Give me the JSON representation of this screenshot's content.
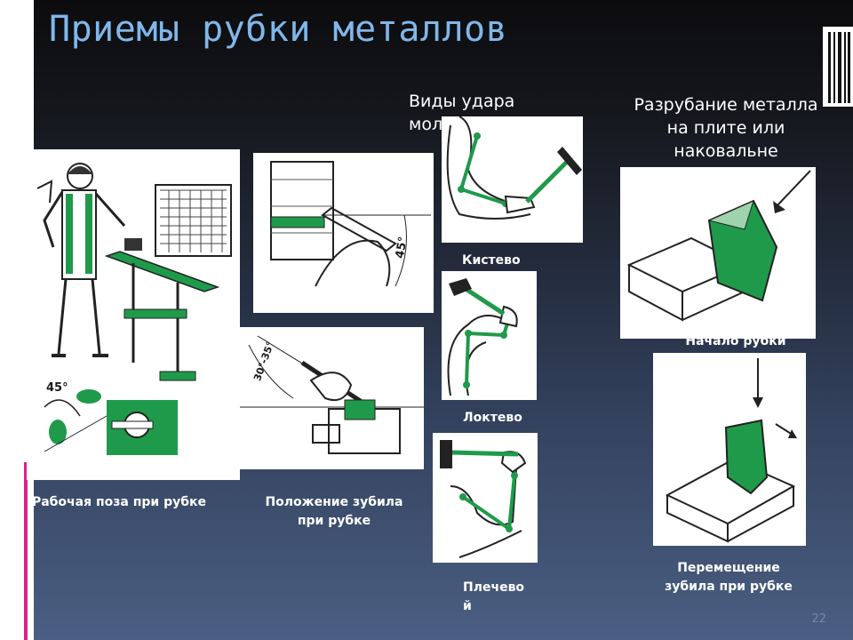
{
  "slide": {
    "title": "Приемы рубки металлов",
    "blow_types_heading": "Виды удара мол",
    "anvil_heading": "Разрубание металла на плите или наковальне",
    "captions": {
      "working_pose": "Рабочая поза при рубке",
      "chisel_position": "Положение зубила при рубке",
      "wrist": "Кистево",
      "elbow": "Локтево",
      "shoulder_line1": "Плечево",
      "shoulder_line2": "й",
      "start": "Начало рубки",
      "moving_line1": "Перемещение",
      "moving_line2": "зубила при рубке"
    },
    "labels": {
      "angle_45": "45°",
      "angle_30_35": "30°-35°"
    },
    "page_number": "22"
  },
  "colors": {
    "title": "#7fb7ea",
    "accent_green": "#1f9a4a",
    "pink_bar": "#e0208a"
  }
}
